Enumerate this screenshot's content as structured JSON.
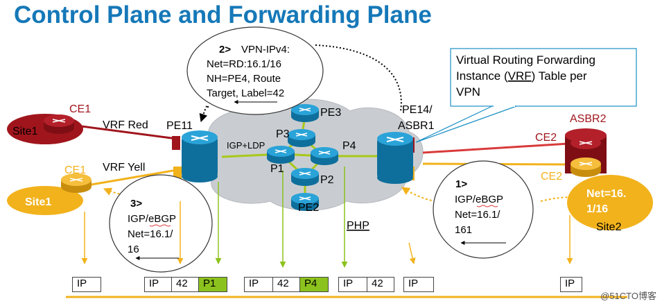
{
  "title": "Control Plane and Forwarding Plane",
  "watermark": "@51CTO博客",
  "vrf_note": [
    "Virtual Routing Forwarding",
    "Instance (",
    "VRF",
    ") Table  per",
    "VPN"
  ],
  "callout_2": {
    "num": "2>",
    "lines": [
      "VPN-IPv4:",
      "Net=RD:16.1/16",
      "NH=PE4, Route",
      "Target, Label=42"
    ]
  },
  "callout_1": {
    "num": "1>",
    "lines": [
      "IGP/eBGP",
      "Net=16.1/",
      "161"
    ]
  },
  "callout_3": {
    "num": "3>",
    "lines": [
      "IGP/eBGP",
      "Net=16.1/",
      "16"
    ]
  },
  "labels": {
    "ce1_red": "CE1",
    "site1_red": "Site1",
    "vrf_red": "VRF Red",
    "ce1_yellow": "CE1",
    "site1_yellow": "Site1",
    "vrf_yellow": "VRF Yell",
    "pe11": "PE11",
    "pe3": "PE3",
    "p3": "P3",
    "igp_ldp": "IGP+LDP",
    "p4": "P4",
    "p1": "P1",
    "p2": "P2",
    "pe2": "PE2",
    "pe14": "PE14/",
    "asbr1": "ASBR1",
    "asbr2": "ASBR2",
    "ce2_red": "CE2",
    "ce2_yellow": "CE2",
    "site2_net": "Net=16.",
    "site2_net2": "1/16",
    "site2": "Site2",
    "php": "PHP"
  },
  "packets": [
    [
      "IP"
    ],
    [
      "IP",
      "42",
      "P1"
    ],
    [
      "IP",
      "42",
      "P4"
    ],
    [
      "IP",
      "42"
    ],
    [
      "IP"
    ],
    [
      "IP"
    ]
  ],
  "colors": {
    "title": "#1578b8",
    "red": "#a0151c",
    "yellow": "#f2b21c",
    "green": "#8cc21d",
    "router": "#1a8fc4"
  }
}
